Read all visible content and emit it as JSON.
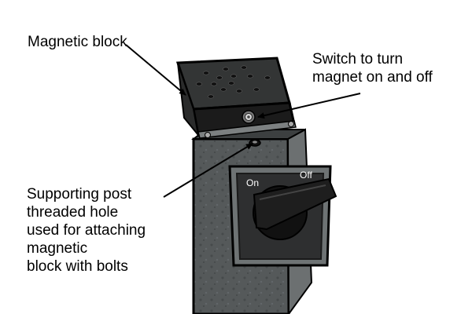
{
  "labels": {
    "magnetic_block": "Magnetic block",
    "switch": [
      "Switch to turn",
      "magnet on and off"
    ],
    "supporting_post": [
      "Supporting post",
      "threaded hole",
      "used for attaching",
      "magnetic",
      "block with bolts"
    ]
  },
  "dial": {
    "on": "On",
    "off": "Off"
  },
  "colors": {
    "block_top": "#2e2e2e",
    "block_front": "#1a1a1a",
    "post_front": "#4e5253",
    "post_side": "#6a6e6f",
    "switch_plate": "#3a3a3a",
    "outline": "#000000",
    "arrow": "#000000"
  }
}
